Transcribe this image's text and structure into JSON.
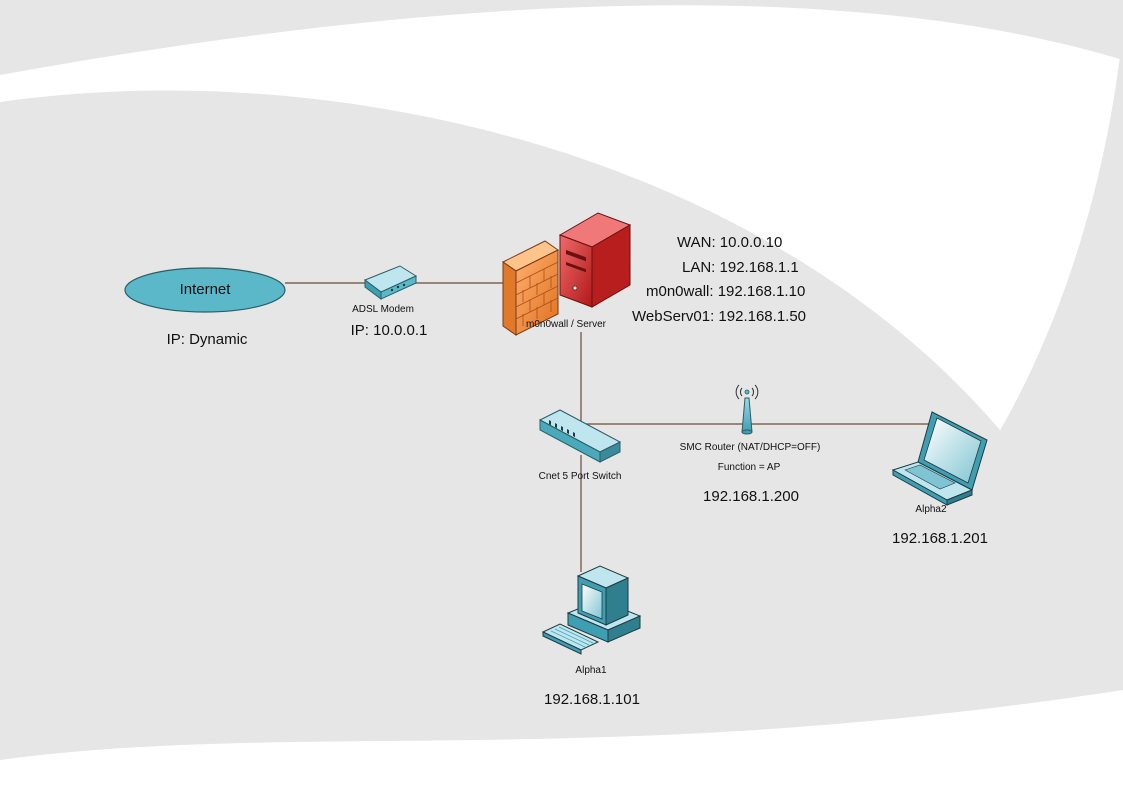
{
  "internet": {
    "label": "Internet",
    "ip": "IP: Dynamic"
  },
  "modem": {
    "label": "ADSL Modem",
    "ip": "IP: 10.0.0.1"
  },
  "firewall": {
    "label": "m0n0wall / Server"
  },
  "server_info": {
    "wan": "WAN: 10.0.0.10",
    "lan": "LAN: 192.168.1.1",
    "m0n0wall": "m0n0wall: 192.168.1.10",
    "webserv": "WebServ01: 192.168.1.50"
  },
  "switch": {
    "label": "Cnet 5 Port Switch"
  },
  "router": {
    "label": "SMC Router (NAT/DHCP=OFF)",
    "function": "Function = AP",
    "ip": "192.168.1.200"
  },
  "laptop": {
    "label": "Alpha2",
    "ip": "192.168.1.201"
  },
  "desktop": {
    "label": "Alpha1",
    "ip": "192.168.1.101"
  },
  "colors": {
    "background_gray": "#e6e6e6",
    "device_teal": "#5ab8c8",
    "firewall_orange": "#f08a3c",
    "server_red": "#d22a2a",
    "line": "#6b4a3a"
  }
}
